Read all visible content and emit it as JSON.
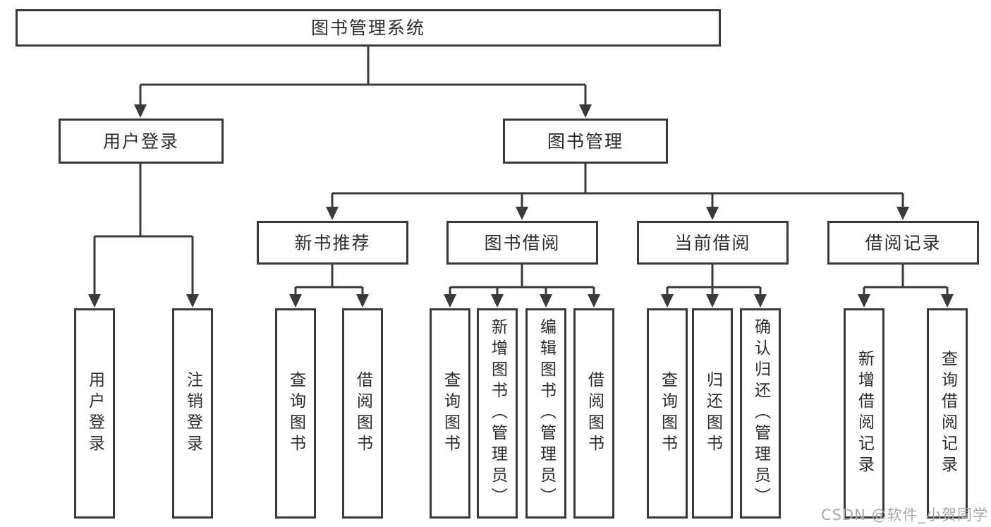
{
  "watermark": "CSDN @软件_小贺同学",
  "colors": {
    "line": "#3a3a3a",
    "text": "#2b2b2b",
    "box_background": "#ffffff",
    "watermark": "#a9a9a9"
  },
  "tree": {
    "label": "图书管理系统",
    "children": [
      {
        "label": "用户登录",
        "children": [
          {
            "label": "用户登录"
          },
          {
            "label": "注销登录"
          }
        ]
      },
      {
        "label": "图书管理",
        "children": [
          {
            "label": "新书推荐",
            "children": [
              {
                "label": "查询图书"
              },
              {
                "label": "借阅图书"
              }
            ]
          },
          {
            "label": "图书借阅",
            "children": [
              {
                "label": "查询图书"
              },
              {
                "label": "新增图书（管理员）"
              },
              {
                "label": "编辑图书（管理员）"
              },
              {
                "label": "借阅图书"
              }
            ]
          },
          {
            "label": "当前借阅",
            "children": [
              {
                "label": "查询图书"
              },
              {
                "label": "归还图书"
              },
              {
                "label": "确认归还（管理员）"
              }
            ]
          },
          {
            "label": "借阅记录",
            "children": [
              {
                "label": "新增借阅记录"
              },
              {
                "label": "查询借阅记录"
              }
            ]
          }
        ]
      }
    ]
  }
}
